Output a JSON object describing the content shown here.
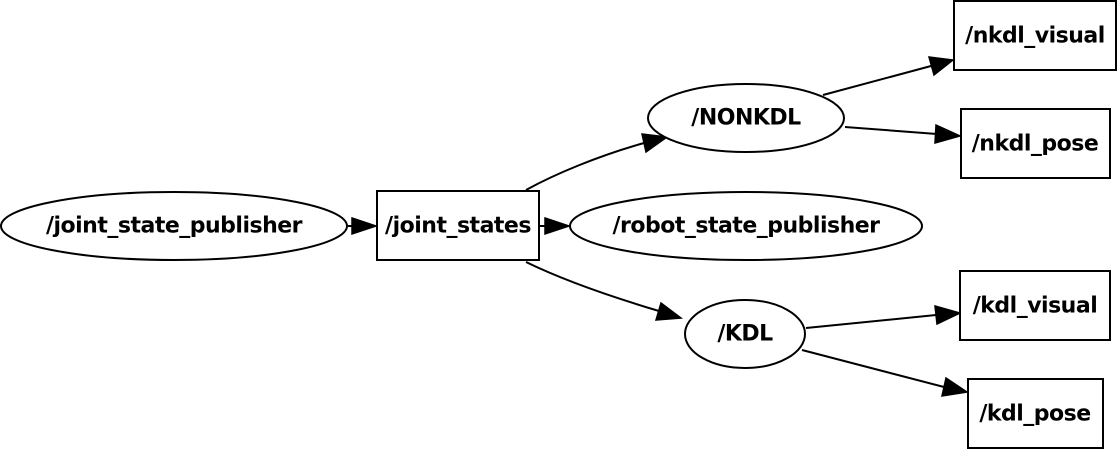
{
  "graph": {
    "nodes": {
      "joint_state_publisher": {
        "label": "/joint_state_publisher",
        "shape": "ellipse"
      },
      "joint_states": {
        "label": "/joint_states",
        "shape": "box"
      },
      "robot_state_publisher": {
        "label": "/robot_state_publisher",
        "shape": "ellipse"
      },
      "nonkdl": {
        "label": "/NONKDL",
        "shape": "ellipse"
      },
      "kdl": {
        "label": "/KDL",
        "shape": "ellipse"
      },
      "nkdl_visual": {
        "label": "/nkdl_visual",
        "shape": "box"
      },
      "nkdl_pose": {
        "label": "/nkdl_pose",
        "shape": "box"
      },
      "kdl_visual": {
        "label": "/kdl_visual",
        "shape": "box"
      },
      "kdl_pose": {
        "label": "/kdl_pose",
        "shape": "box"
      }
    },
    "edges": [
      {
        "from": "joint_state_publisher",
        "to": "joint_states"
      },
      {
        "from": "joint_states",
        "to": "robot_state_publisher"
      },
      {
        "from": "joint_states",
        "to": "nonkdl"
      },
      {
        "from": "joint_states",
        "to": "kdl"
      },
      {
        "from": "nonkdl",
        "to": "nkdl_visual"
      },
      {
        "from": "nonkdl",
        "to": "nkdl_pose"
      },
      {
        "from": "kdl",
        "to": "kdl_visual"
      },
      {
        "from": "kdl",
        "to": "kdl_pose"
      }
    ],
    "colors": {
      "stroke": "#000000",
      "fill": "#ffffff",
      "text": "#000000"
    }
  }
}
